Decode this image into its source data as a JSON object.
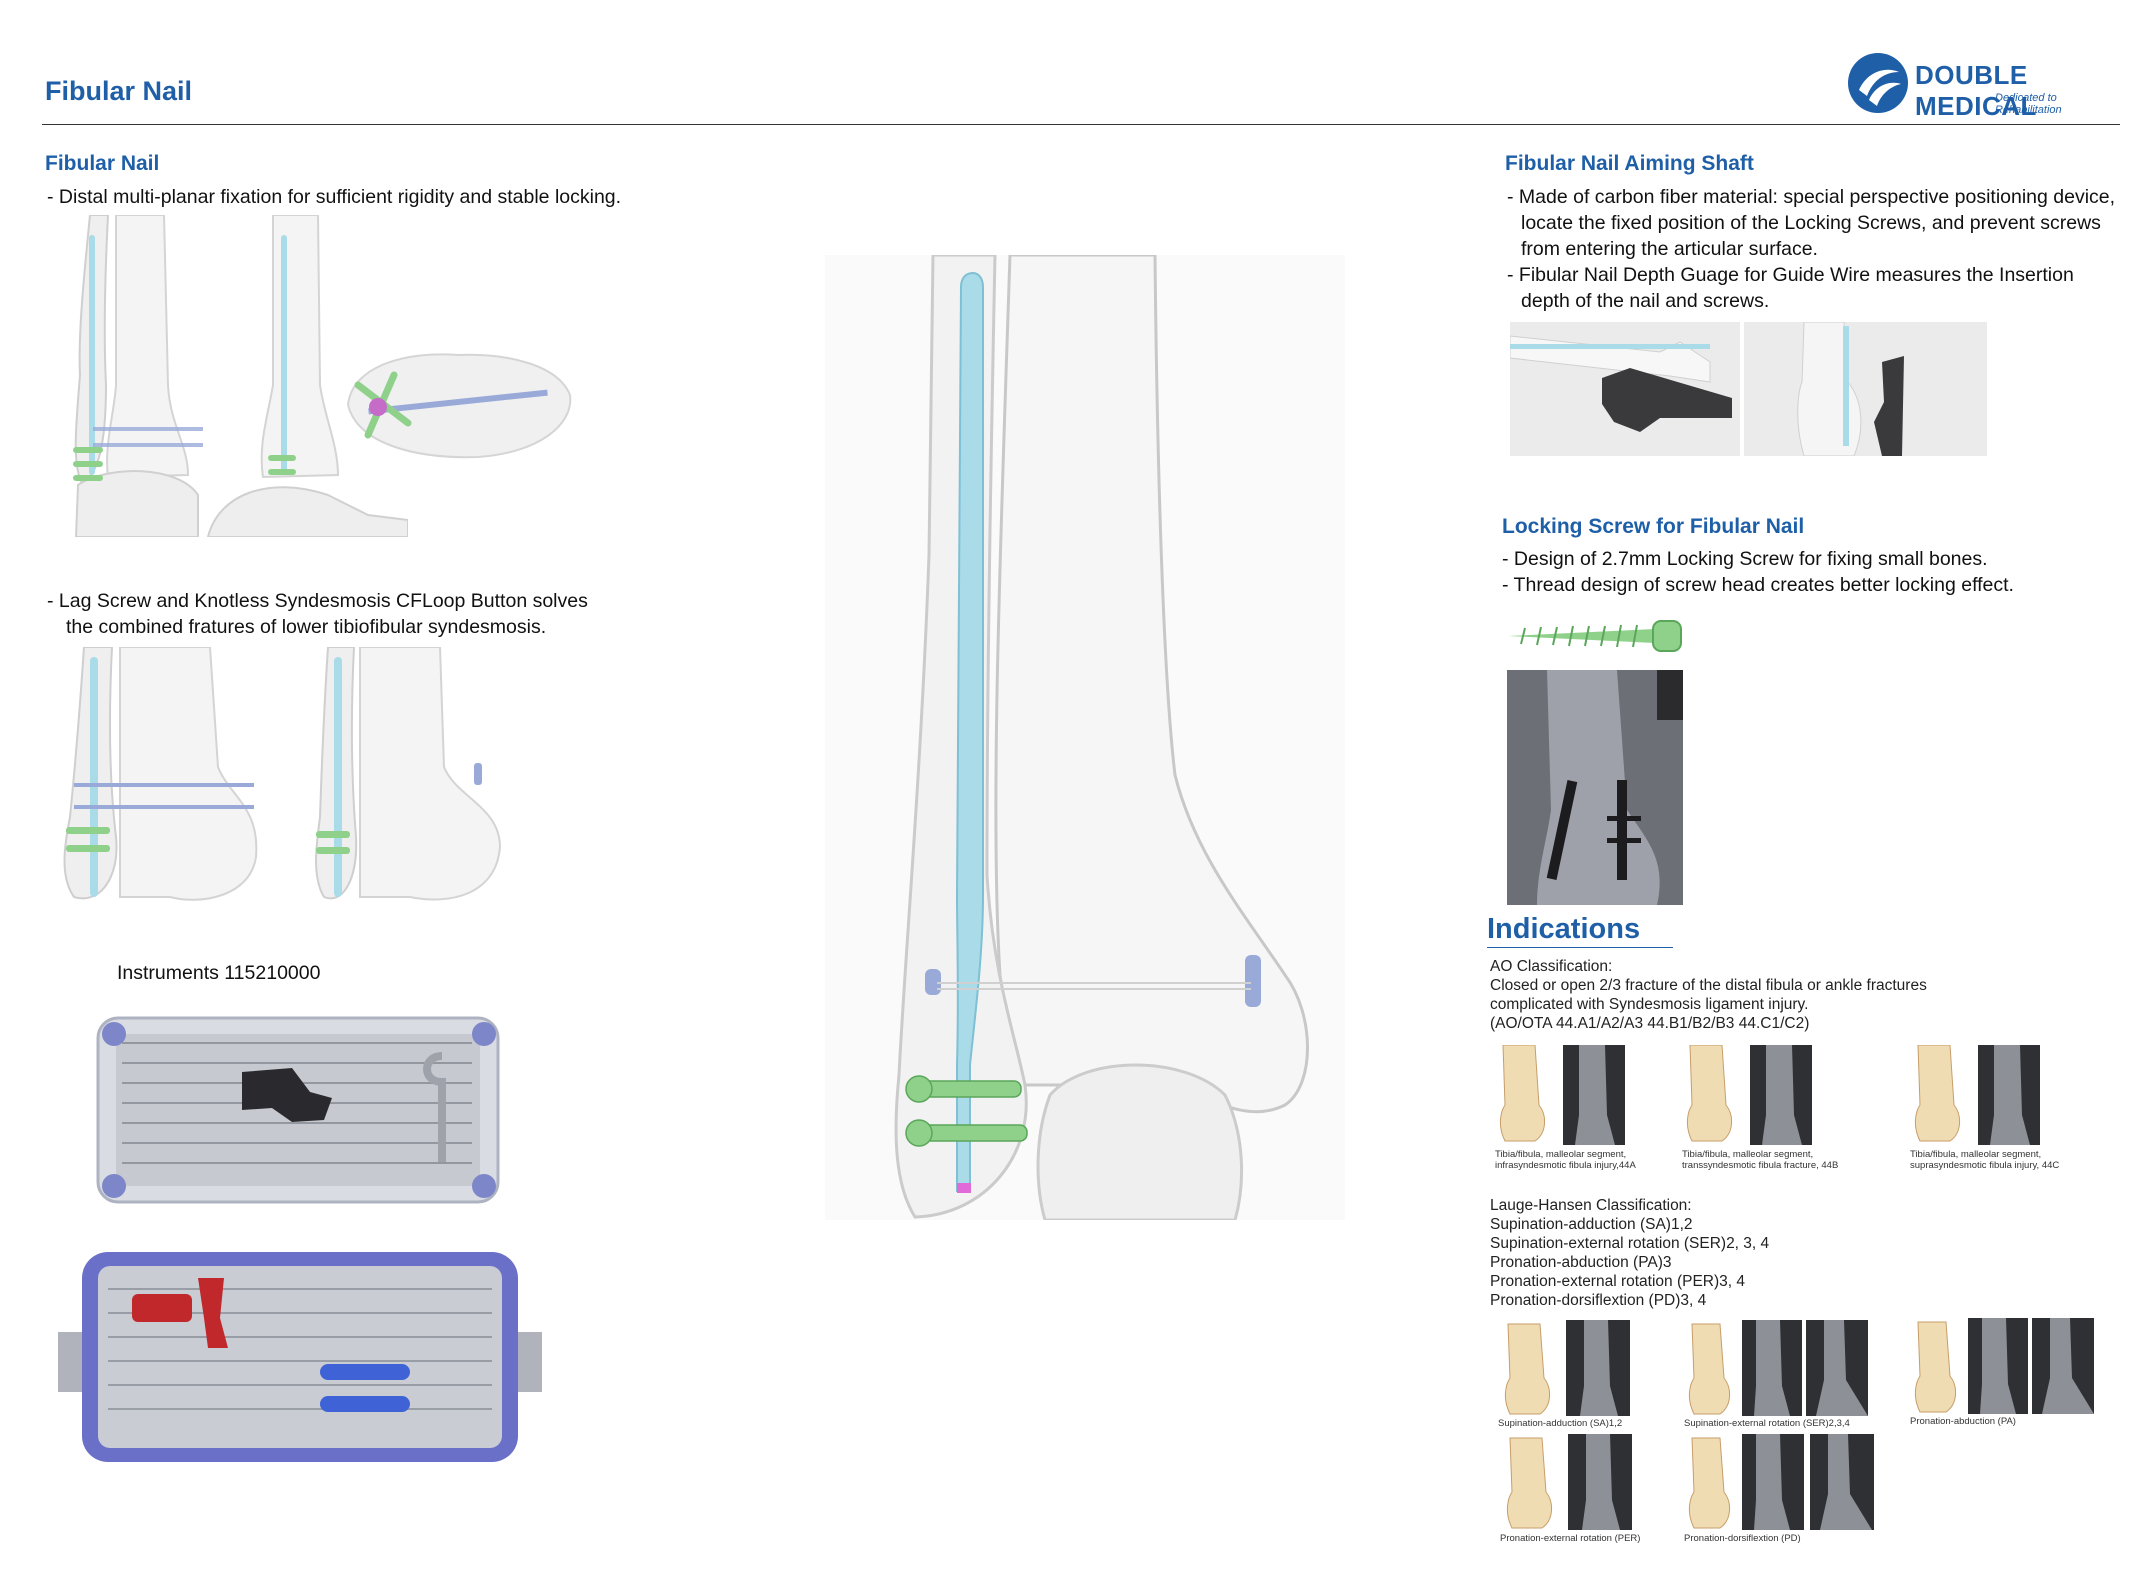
{
  "header": {
    "title": "Fibular Nail",
    "logo_name": "DOUBLE MEDICAL",
    "logo_tagline": "Dedicated to Rehabilitation"
  },
  "left": {
    "section_title": "Fibular Nail",
    "bullet1": "- Distal multi-planar fixation for sufficient rigidity and stable locking.",
    "bullet2_line1": "- Lag Screw and Knotless Syndesmosis CFLoop Button solves",
    "bullet2_line2": "the combined fratures of lower tibiofibular syndesmosis.",
    "instruments_label": "Instruments 115210000"
  },
  "right": {
    "aiming": {
      "title": "Fibular Nail Aiming Shaft",
      "bullets": [
        "- Made of carbon fiber material: special perspective positioning device, locate the fixed position of the Locking Screws, and prevent screws from entering the articular surface.",
        "- Fibular Nail Depth Guage for Guide Wire measures the Insertion depth of the nail and screws."
      ]
    },
    "locking": {
      "title": "Locking Screw for Fibular Nail",
      "bullets": [
        "- Design of 2.7mm Locking Screw for fixing small bones.",
        "- Thread design of screw head creates better locking effect."
      ]
    },
    "indications": {
      "title": "Indications",
      "ao_lines": [
        "AO Classification:",
        "Closed or open 2/3 fracture of the distal fibula or ankle fractures",
        "complicated with Syndesmosis ligament injury.",
        "(AO/OTA 44.A1/A2/A3 44.B1/B2/B3 44.C1/C2)"
      ],
      "ao_captions": [
        [
          "Tibia/fibula, malleolar segment,",
          "infrasyndesmotic fibula injury,44A"
        ],
        [
          "Tibia/fibula, malleolar segment,",
          "transsyndesmotic fibula fracture, 44B"
        ],
        [
          "Tibia/fibula, malleolar segment,",
          "suprasyndesmotic fibula injury, 44C"
        ]
      ],
      "lh_lines": [
        "Lauge-Hansen Classification:",
        "Supination-adduction (SA)1,2",
        "Supination-external rotation (SER)2, 3, 4",
        "Pronation-abduction (PA)3",
        "Pronation-external rotation (PER)3, 4",
        "Pronation-dorsiflextion (PD)3, 4"
      ],
      "lh_captions": [
        "Supination-adduction (SA)1,2",
        "Supination-external rotation (SER)2,3,4",
        "Pronation-abduction (PA)",
        "Pronation-external rotation (PER)",
        "Pronation-dorsiflextion (PD)"
      ]
    }
  },
  "colors": {
    "accent_blue": "#1f5fa8",
    "nail_cyan": "#a9dbe8",
    "screw_green": "#8fd18a",
    "handle_red": "#c0282c",
    "handle_blue": "#3f63d6"
  }
}
